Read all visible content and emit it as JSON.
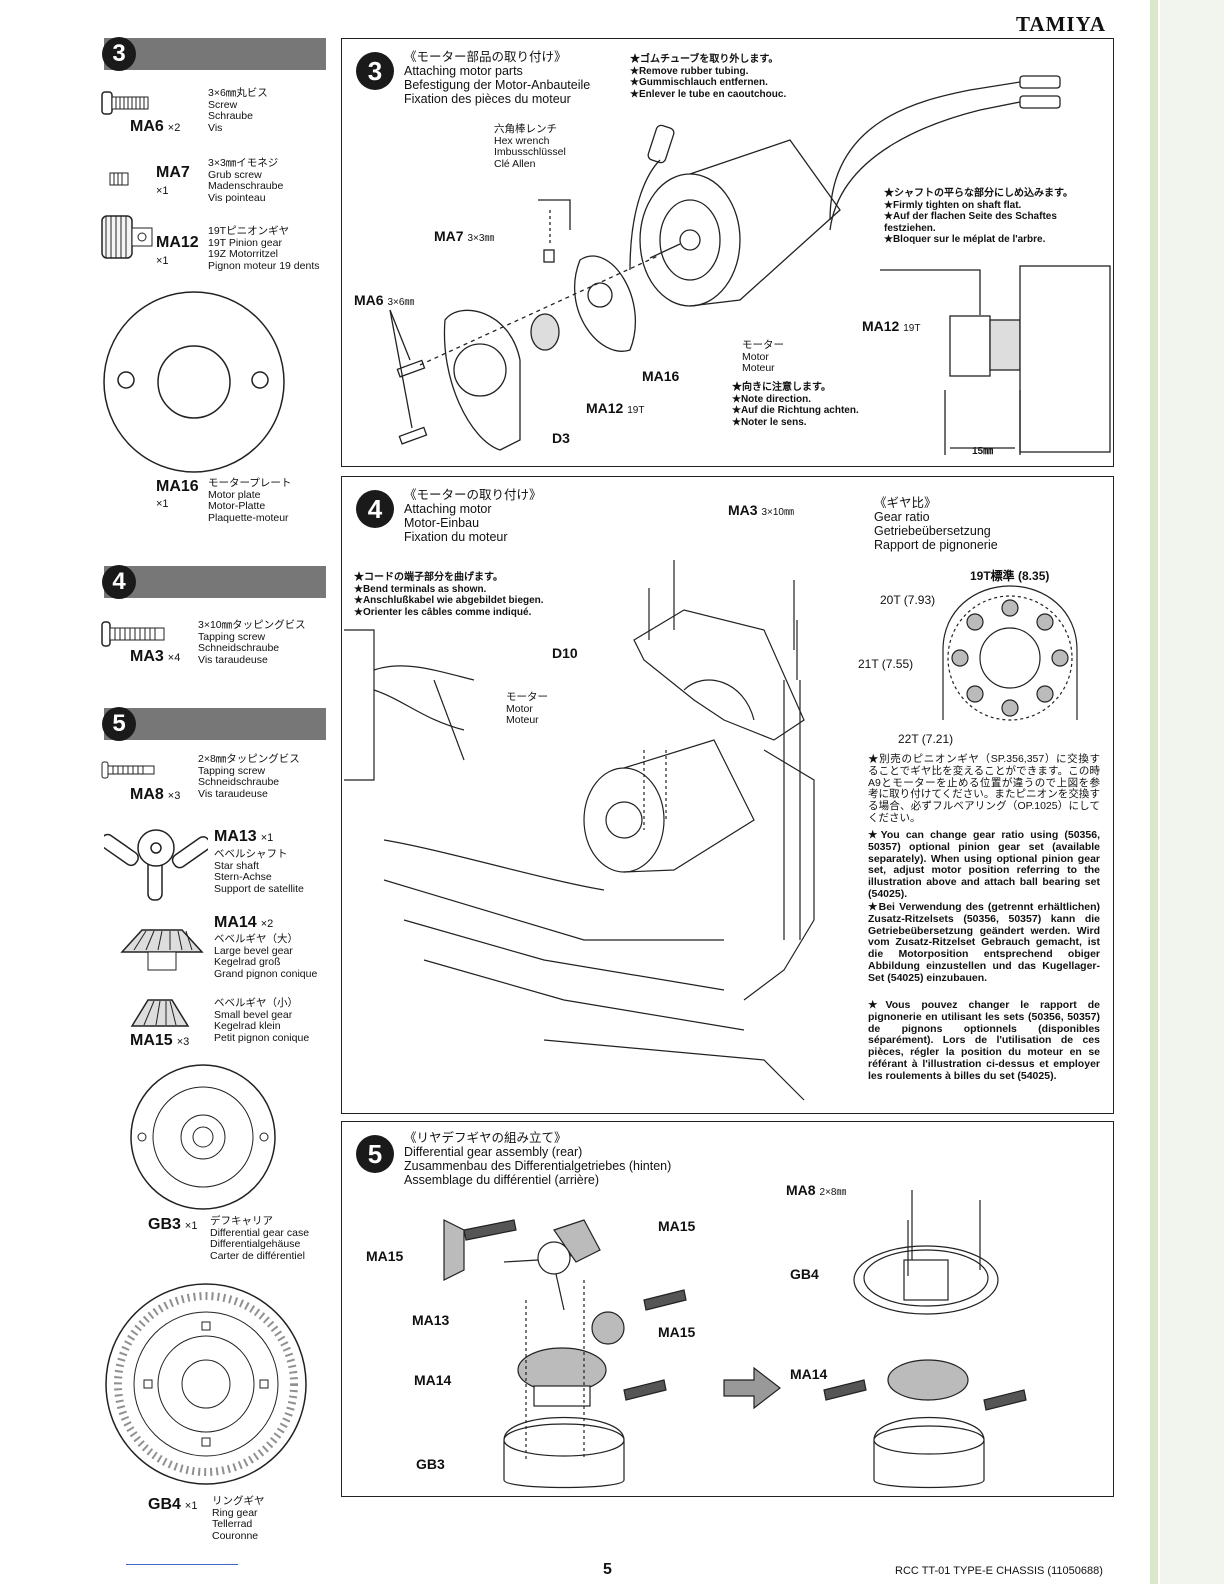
{
  "brand": "TAMIYA",
  "page_number": "5",
  "footer": "RCC TT-01 TYPE-E CHASSIS (11050688)",
  "sidebar": {
    "step3": {
      "num": "3",
      "parts": [
        {
          "code": "MA6",
          "qty": "×2",
          "text": "3×6㎜丸ビス\nScrew\nSchraube\nVis"
        },
        {
          "code": "MA7",
          "qty": "×1",
          "text": "3×3㎜イモネジ\nGrub screw\nMadenschraube\nVis pointeau"
        },
        {
          "code": "MA12",
          "qty": "×1",
          "text": "19Tピニオンギヤ\n19T Pinion gear\n19Z Motorritzel\nPignon moteur 19 dents"
        },
        {
          "code": "MA16",
          "qty": "×1",
          "text": "モータープレート\nMotor plate\nMotor-Platte\nPlaquette-moteur"
        }
      ]
    },
    "step4": {
      "num": "4",
      "parts": [
        {
          "code": "MA3",
          "qty": "×4",
          "text": "3×10㎜タッピングビス\nTapping screw\nSchneidschraube\nVis taraudeuse"
        }
      ]
    },
    "step5": {
      "num": "5",
      "parts": [
        {
          "code": "MA8",
          "qty": "×3",
          "text": "2×8㎜タッピングビス\nTapping screw\nSchneidschraube\nVis taraudeuse"
        },
        {
          "code": "MA13",
          "qty": "×1",
          "text": "ベベルシャフト\nStar shaft\nStern-Achse\nSupport de satellite"
        },
        {
          "code": "MA14",
          "qty": "×2",
          "text": "ベベルギヤ（大）\nLarge bevel gear\nKegelrad groß\nGrand pignon conique"
        },
        {
          "code": "MA15",
          "qty": "×3",
          "text": "ベベルギヤ（小）\nSmall bevel gear\nKegelrad klein\nPetit pignon conique"
        },
        {
          "code": "GB3",
          "qty": "×1",
          "text": "デフキャリア\nDifferential gear case\nDifferentialgehäuse\nCarter de différentiel"
        },
        {
          "code": "GB4",
          "qty": "×1",
          "text": "リングギヤ\nRing gear\nTellerrad\nCouronne"
        }
      ]
    }
  },
  "step3": {
    "num": "3",
    "title": "《モーター部品の取り付け》\nAttaching motor parts\nBefestigung der Motor-Anbauteile\nFixation des pièces du moteur",
    "note_tubing": "★ゴムチューブを取り外します。\n★Remove rubber tubing.\n★Gummischlauch entfernen.\n★Enlever le tube en caoutchouc.",
    "hex_wrench": "六角棒レンチ\nHex wrench\nImbusschlüssel\nClé Allen",
    "note_tighten": "★シャフトの平らな部分にしめ込みます。\n★Firmly tighten on shaft flat.\n★Auf der flachen Seite des Schaftes festziehen.\n★Bloquer sur le méplat de l'arbre.",
    "motor": "モーター\nMotor\nMoteur",
    "note_direction": "★向きに注意します。\n★Note direction.\n★Auf die Richtung achten.\n★Noter le sens.",
    "labels": {
      "ma7": "MA7",
      "ma7s": "3×3㎜",
      "ma6": "MA6",
      "ma6s": "3×6㎜",
      "ma16": "MA16",
      "ma12": "MA12",
      "ma12s": "19T",
      "d3": "D3",
      "ma12b": "MA12",
      "ma12bs": "19T",
      "dim": "15㎜"
    }
  },
  "step4": {
    "num": "4",
    "title": "《モーターの取り付け》\nAttaching motor\nMotor-Einbau\nFixation du moteur",
    "note_terminals": "★コードの端子部分を曲げます。\n★Bend terminals as shown.\n★Anschlußkabel wie abgebildet biegen.\n★Orienter les câbles comme indiqué.",
    "motor": "モーター\nMotor\nMoteur",
    "labels": {
      "ma3": "MA3",
      "ma3s": "3×10㎜",
      "d10": "D10"
    },
    "gear_ratio_title": "《ギヤ比》\nGear ratio\nGetriebeübersetzung\nRapport de pignonerie",
    "ratios": {
      "std": "19T標準 (8.35)",
      "t20": "20T (7.93)",
      "t21": "21T (7.55)",
      "t22": "22T (7.21)"
    },
    "para_jp": "★別売のピニオンギヤ（SP.356,357）に交換することでギヤ比を変えることができます。この時A9とモーターを止める位置が違うので上図を参考に取り付けてください。またピニオンを交換する場合、必ずフルベアリング（OP.1025）にしてください。",
    "para_en": "★You can change gear ratio using (50356, 50357) optional pinion gear set (available separately). When using optional pinion gear set, adjust motor position referring to the illustration above and attach ball bearing set (54025).",
    "para_de": "★Bei Verwendung des (getrennt erhältlichen) Zusatz-Ritzelsets (50356, 50357) kann die Getriebeübersetzung geändert werden. Wird vom Zusatz-Ritzelset Gebrauch gemacht, ist die Motorposition entsprechend obiger Abbildung einzustellen und das Kugellager-Set (54025) einzubauen.",
    "para_fr": "★Vous pouvez changer le rapport de pignonerie en utilisant les sets (50356, 50357) de pignons optionnels (disponibles séparément). Lors de l'utilisation de ces pièces, régler la position du moteur en se référant à l'illustration ci-dessus et employer les roulements à billes du set (54025)."
  },
  "step5": {
    "num": "5",
    "title": "《リヤデフギヤの組み立て》\nDifferential gear assembly (rear)\nZusammenbau des Differentialgetriebes (hinten)\nAssemblage du différentiel (arrière)",
    "labels": {
      "ma15a": "MA15",
      "ma15b": "MA15",
      "ma15c": "MA15",
      "ma13": "MA13",
      "ma14": "MA14",
      "gb3": "GB3",
      "ma8": "MA8",
      "ma8s": "2×8㎜",
      "gb4": "GB4",
      "ma14b": "MA14"
    }
  }
}
